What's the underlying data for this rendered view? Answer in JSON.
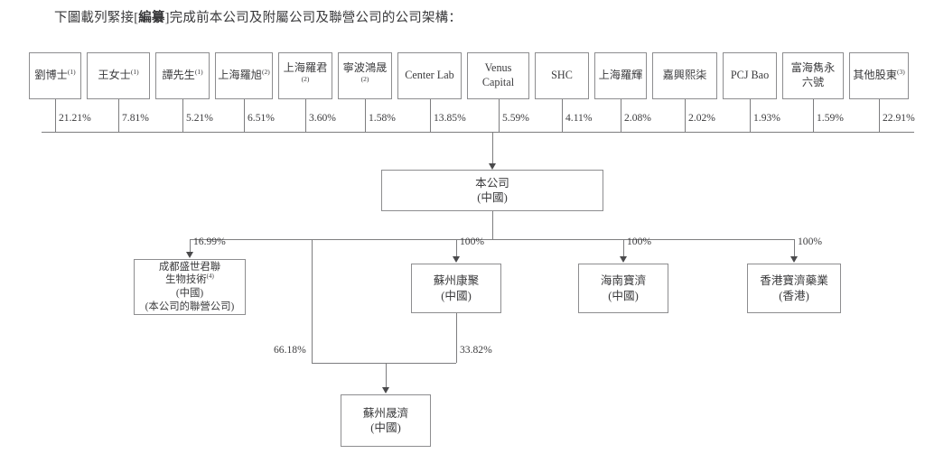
{
  "heading": {
    "before": "下圖載列緊接[",
    "bold": "編纂",
    "after": "]完成前本公司及附屬公司及聯營公司的公司架構："
  },
  "chart_data": {
    "type": "diagram",
    "title": "公司架構",
    "shareholders": [
      {
        "name": "劉博士",
        "note": "(1)",
        "pct": "21.21%"
      },
      {
        "name": "王女士",
        "note": "(1)",
        "pct": "7.81%"
      },
      {
        "name": "譚先生",
        "note": "(1)",
        "pct": "5.21%"
      },
      {
        "name": "上海羅旭",
        "note": "(2)",
        "pct": "6.51%"
      },
      {
        "name": "上海羅君",
        "note": "(2)",
        "pct": "3.60%"
      },
      {
        "name": "寧波鴻晟",
        "note": "(2)",
        "pct": "1.58%"
      },
      {
        "name": "Center Lab",
        "note": "",
        "pct": "13.85%"
      },
      {
        "name": "Venus Capital",
        "note": "",
        "pct": "5.59%"
      },
      {
        "name": "SHC",
        "note": "",
        "pct": "4.11%"
      },
      {
        "name": "上海羅輝",
        "note": "",
        "pct": "2.08%"
      },
      {
        "name": "嘉興熙柒",
        "note": "",
        "pct": "2.02%"
      },
      {
        "name": "PCJ Bao",
        "note": "",
        "pct": "1.93%"
      },
      {
        "name": "富海雋永六號",
        "note": "",
        "pct": "1.59%"
      },
      {
        "name": "其他股東",
        "note": "(3)",
        "pct": "22.91%"
      }
    ],
    "company": {
      "name": "本公司",
      "place": "(中國)"
    },
    "subsidiaries": [
      {
        "name": "成都盛世君聯生物技術",
        "note": "(4)",
        "place": "(中國)",
        "extra": "(本公司的聯營公司)",
        "pct": "16.99%"
      },
      {
        "name": "蘇州康聚",
        "note": "",
        "place": "(中國)",
        "extra": "",
        "pct": "100%"
      },
      {
        "name": "海南寶濟",
        "note": "",
        "place": "(中國)",
        "extra": "",
        "pct": "100%"
      },
      {
        "name": "香港寶濟藥業",
        "note": "",
        "place": "(香港)",
        "extra": "",
        "pct": "100%"
      }
    ],
    "bottom": {
      "name": "蘇州晟濟",
      "place": "(中國)",
      "pct_from_parent_company": "66.18%",
      "pct_from_suzhou_kangju": "33.82%"
    },
    "colors": {
      "box_border": "#8d8d8f",
      "line": "#7d7d7f",
      "text": "#3b3b3d"
    }
  }
}
